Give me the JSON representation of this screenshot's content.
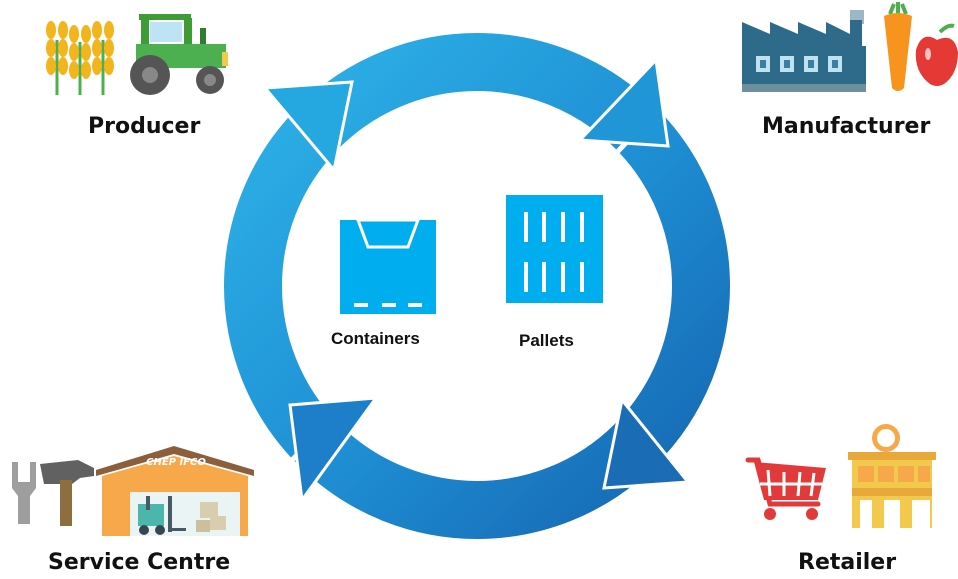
{
  "nodes": {
    "producer": "Producer",
    "manufacturer": "Manufacturer",
    "service_centre": "Service Centre",
    "retailer": "Retailer"
  },
  "center": {
    "containers": "Containers",
    "pallets": "Pallets"
  },
  "warehouse_sign": "CHEP IFCO",
  "colors": {
    "cycle_light": "#29ABE2",
    "cycle_dark": "#1B75BB",
    "asset_blue": "#00AEEF"
  },
  "icons": [
    "wheat-icon",
    "tractor-icon",
    "factory-icon",
    "carrot-icon",
    "apple-icon",
    "wrench-icon",
    "hammer-icon",
    "warehouse-icon",
    "forklift-icon",
    "shopping-cart-icon",
    "store-icon",
    "container-icon",
    "pallet-icon"
  ]
}
